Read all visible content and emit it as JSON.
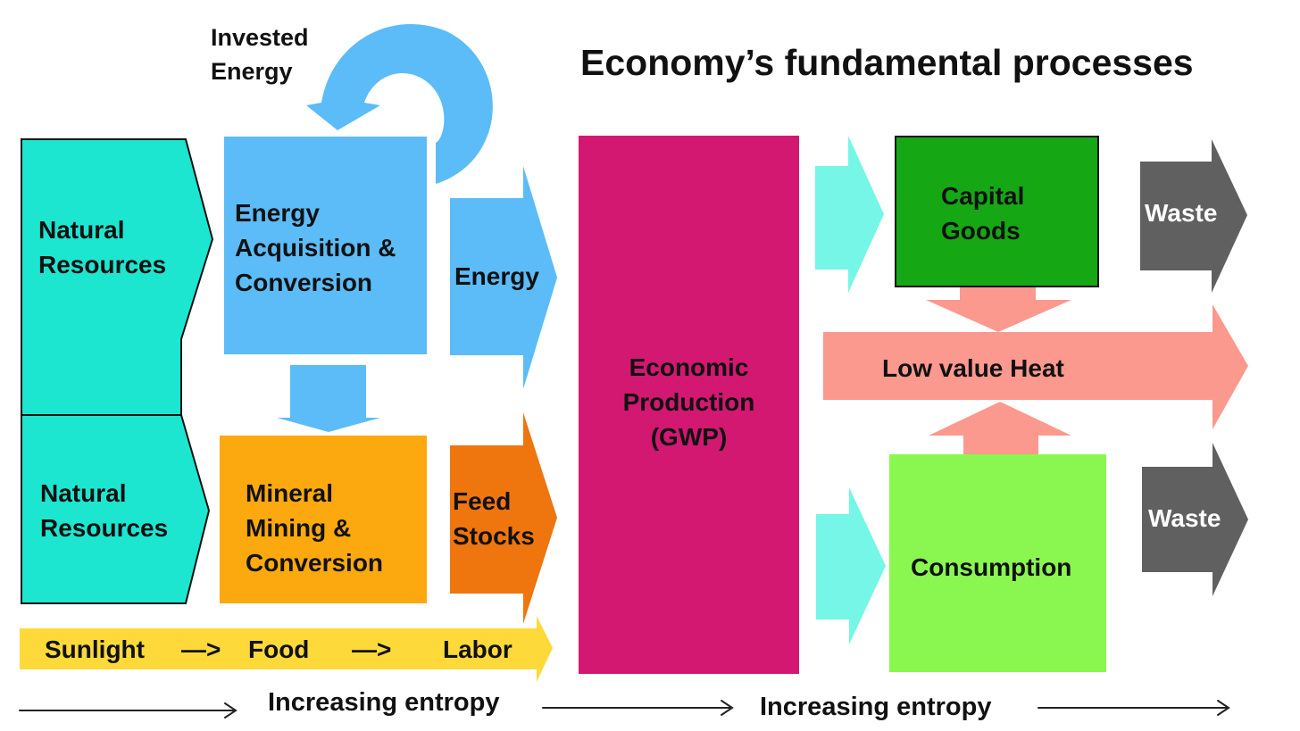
{
  "title": "Economy’s fundamental processes",
  "invested_energy": {
    "line1": "Invested",
    "line2": "Energy"
  },
  "natural_resources_top": {
    "line1": "Natural",
    "line2": "Resources"
  },
  "natural_resources_bottom": {
    "line1": "Natural",
    "line2": "Resources"
  },
  "energy_acquisition": {
    "line1": "Energy",
    "line2": "Acquisition &",
    "line3": "Conversion"
  },
  "mineral_mining": {
    "line1": "Mineral",
    "line2": "Mining &",
    "line3": "Conversion"
  },
  "energy_arrow": "Energy",
  "feed_stocks": {
    "line1": "Feed",
    "line2": "Stocks"
  },
  "sunlight_bar": {
    "sunlight": "Sunlight",
    "arrow1": "—>",
    "food": "Food",
    "arrow2": "—>",
    "labor": "Labor"
  },
  "economic_production": {
    "line1": "Economic",
    "line2": "Production",
    "line3": "(GWP)"
  },
  "capital_goods": {
    "line1": "Capital",
    "line2": "Goods"
  },
  "low_value_heat": "Low value Heat",
  "consumption": "Consumption",
  "waste_top": "Waste",
  "waste_bottom": "Waste",
  "entropy_left": "Increasing entropy",
  "entropy_right": "Increasing entropy",
  "colors": {
    "turquoise": "#1de6d0",
    "sky_blue": "#5bbcf8",
    "orange": "#fba90f",
    "dark_orange": "#ef750e",
    "yellow": "#fdd93a",
    "magenta": "#d21870",
    "aqua": "#75f6e6",
    "green": "#16a714",
    "light_green": "#8af751",
    "salmon": "#fb998e",
    "gray": "#606060"
  }
}
